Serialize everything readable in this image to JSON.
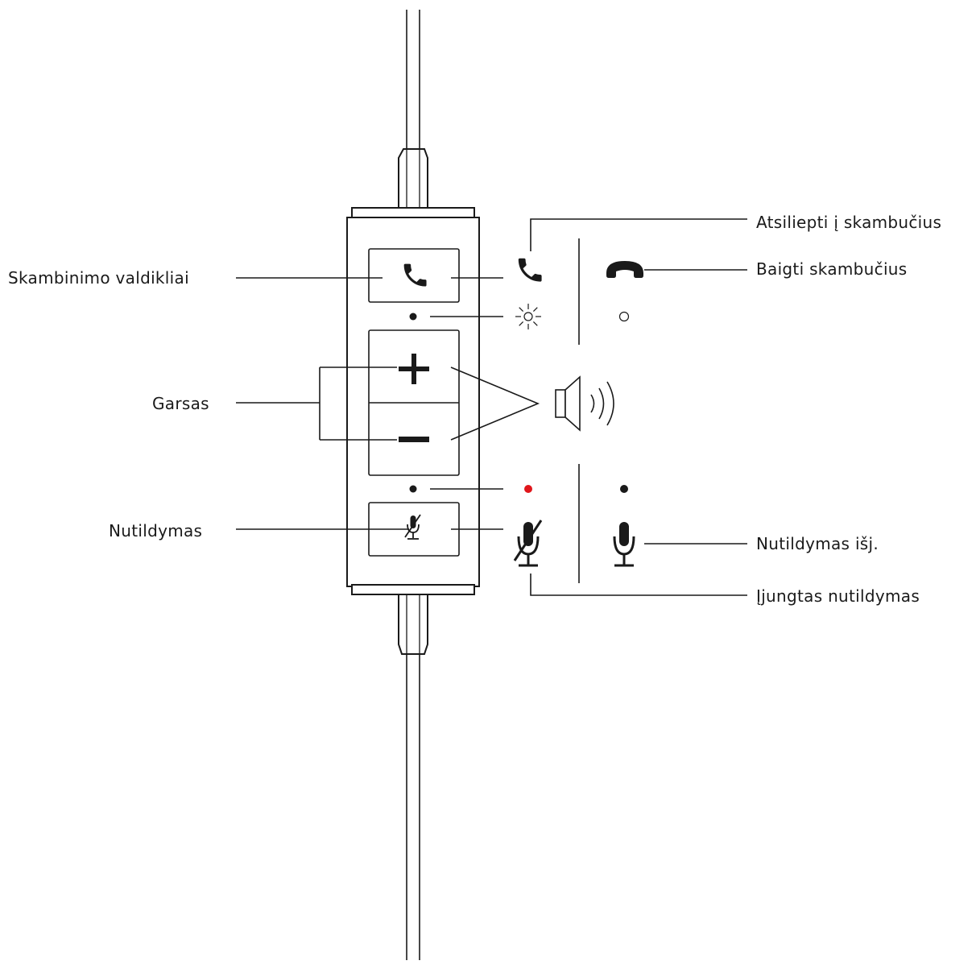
{
  "labels": {
    "call_controls": "Skambinimo valdikliai",
    "volume": "Garsas",
    "mute": "Nutildymas",
    "answer_calls": "Atsiliepti į skambučius",
    "end_calls": "Baigti skambučius",
    "mute_off": "Nutildymas išj.",
    "mute_on": "Įjungtas nutildymas"
  },
  "icons": {
    "call_button": "phone-icon",
    "volume_up": "plus-icon",
    "volume_down": "minus-icon",
    "mute_button": "mic-muted-icon",
    "answer": "phone-icon",
    "end": "hang-up-icon",
    "speaker": "speaker-icon",
    "led_blinking": "led-blinking-icon",
    "led_off": "led-off-icon",
    "muted_mic": "mic-muted-icon",
    "unmuted_mic": "mic-icon"
  },
  "colors": {
    "line": "#1a1a1a",
    "mute_led": "#e0161b"
  }
}
